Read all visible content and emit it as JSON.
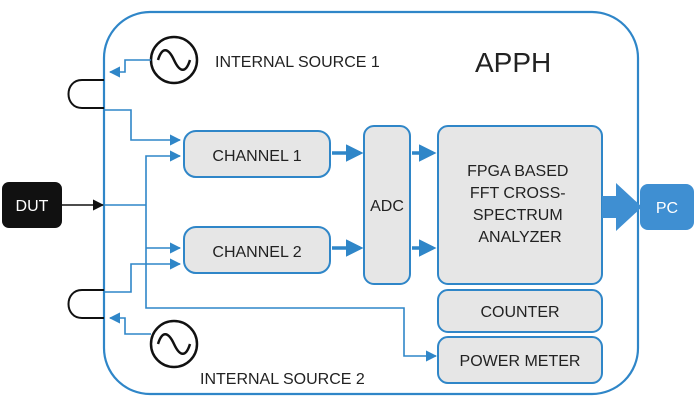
{
  "title": "APPH",
  "dut": "DUT",
  "internal_source_1": "INTERNAL SOURCE 1",
  "internal_source_2": "INTERNAL SOURCE 2",
  "channel_1": "CHANNEL 1",
  "channel_2": "CHANNEL 2",
  "adc": "ADC",
  "fpga_lines": [
    "FPGA BASED",
    "FFT CROSS-",
    "SPECTRUM",
    "ANALYZER"
  ],
  "counter": "COUNTER",
  "power_meter": "POWER METER",
  "pc": "PC",
  "colors": {
    "accent": "#2f86c8",
    "block_fill": "#e6e6e6",
    "dut_fill": "#111111",
    "pc_fill": "#3f8fd2"
  }
}
